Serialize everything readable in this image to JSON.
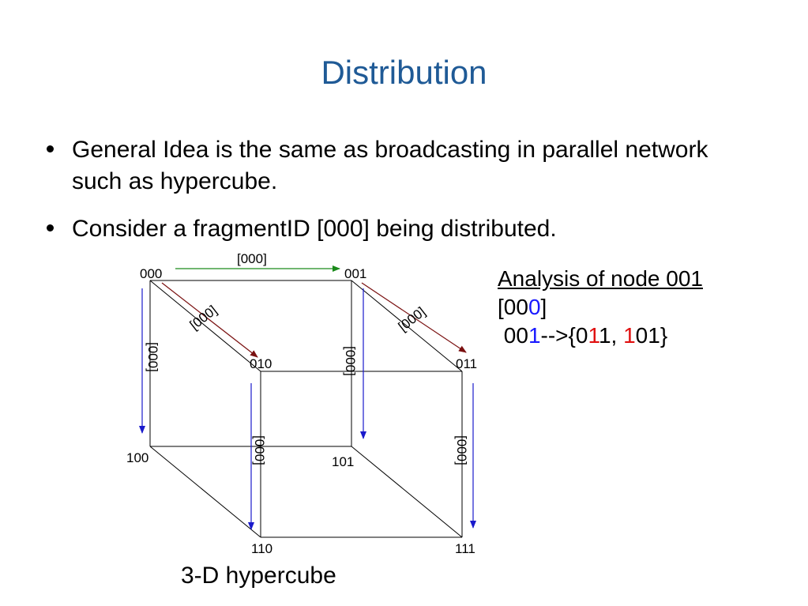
{
  "title": "Distribution",
  "bullets": [
    {
      "text": "General Idea is the same as broadcasting in parallel network such as hypercube."
    },
    {
      "text": "Consider a fragmentID [000] being distributed."
    }
  ],
  "analysis": {
    "heading": "Analysis of node 001",
    "line2": {
      "prefix": "[00",
      "highlight": "0",
      "suffix": "]"
    },
    "line3": {
      "part1": "00",
      "part2": "1",
      "part3": "-->{0",
      "part4": "1",
      "part5": "1, ",
      "part6": "1",
      "part7": "01}"
    }
  },
  "diagram": {
    "nodes": {
      "n000": "000",
      "n001": "001",
      "n010": "010",
      "n011": "011",
      "n100": "100",
      "n101": "101",
      "n110": "110",
      "n111": "111"
    },
    "message_label": "[000]",
    "caption": "3-D hypercube"
  },
  "colors": {
    "title": "#1f5a96",
    "arrow_green": "#1a8a1a",
    "arrow_darkred": "#7a1010",
    "arrow_blue": "#1a1acc",
    "highlight_blue": "#1a1aff",
    "highlight_red": "#e01010"
  }
}
